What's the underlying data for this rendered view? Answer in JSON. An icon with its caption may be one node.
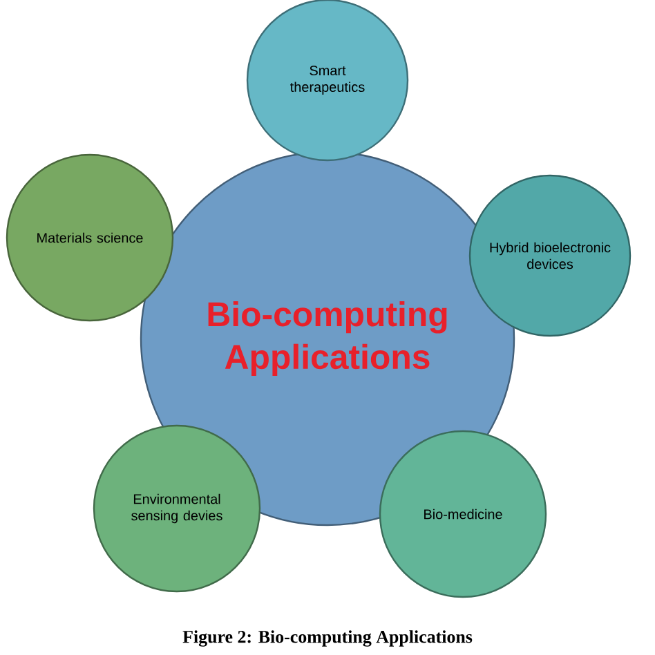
{
  "diagram": {
    "caption": "Figure 2: Bio-computing Applications",
    "nodes": [
      {
        "text": [
          "Bio-computing Applications"
        ]
      },
      {
        "text": [
          "Smart therapeutics"
        ]
      },
      {
        "text": [
          "Hybrid bioelectronic devices"
        ]
      },
      {
        "text": [
          "Bio-medicine"
        ]
      },
      {
        "text": [
          "Environmental sensing devies"
        ]
      },
      {
        "text": [
          "Materials science"
        ]
      }
    ],
    "edges": []
  }
}
